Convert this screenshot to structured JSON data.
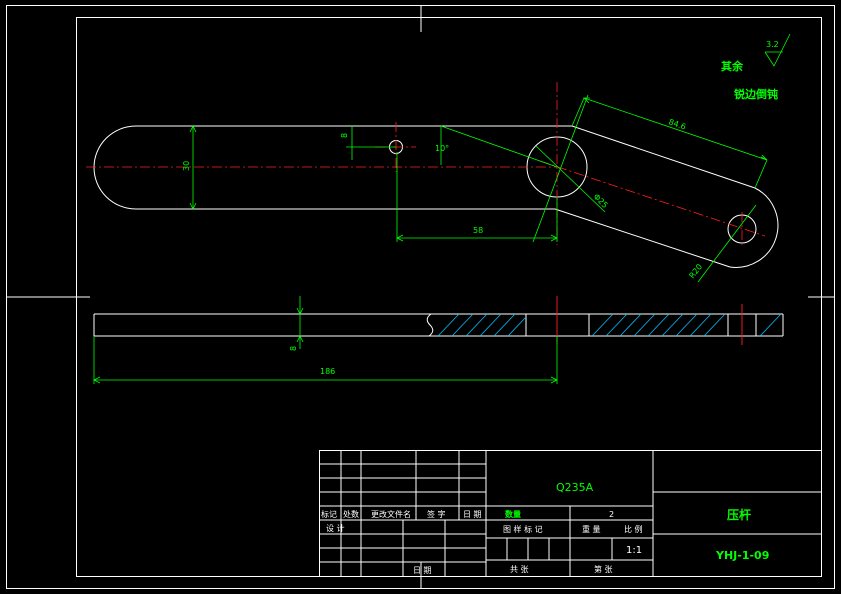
{
  "notes": {
    "rest_label": "其余",
    "roughness_value": "3.2",
    "edge_note": "锐边倒钝"
  },
  "dimensions": {
    "width_30": "30",
    "depth_8": "8",
    "angle_10": "10°",
    "dia_25": "Φ25",
    "len_84_6": "84.6",
    "len_58": "58",
    "radius_20": "R20",
    "thick_8": "8",
    "total_186": "186"
  },
  "title_block": {
    "material": "Q235A",
    "part_name": "压杆",
    "drawing_no": "YHJ-1-09",
    "rev_headers": [
      "标记",
      "处数",
      "更改文件名",
      "签 字",
      "日 期"
    ],
    "design_label": "设 计",
    "date_label": "日 期",
    "qty_label": "数量",
    "qty_value": "2",
    "stage_label": "图 样 标 记",
    "weight_label": "重 量",
    "scale_label": "比 例",
    "scale_value": "1:1",
    "sheet_total": "共 张",
    "sheet_no": "第 张"
  }
}
